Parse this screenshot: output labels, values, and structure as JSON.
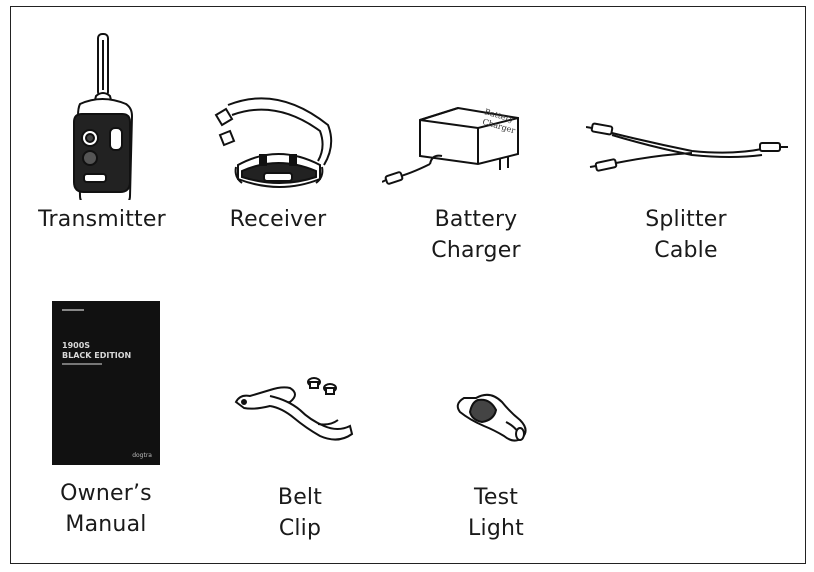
{
  "items": {
    "transmitter": {
      "lines": [
        "Transmitter"
      ]
    },
    "receiver": {
      "lines": [
        "Receiver"
      ]
    },
    "charger": {
      "lines": [
        "Battery",
        "Charger"
      ],
      "device_text": [
        "Battery",
        "Charger"
      ]
    },
    "splitter": {
      "lines": [
        "Splitter",
        "Cable"
      ]
    },
    "manual": {
      "lines": [
        "Owner’s",
        "Manual"
      ],
      "cover_line1": "1900S",
      "cover_line2": "BLACK EDITION",
      "cover_brand": "dogtra"
    },
    "belt_clip": {
      "lines": [
        "Belt",
        "Clip"
      ]
    },
    "test_light": {
      "lines": [
        "Test",
        "Light"
      ]
    }
  },
  "colors": {
    "ink": "#1a1a1a",
    "manual_cover": "#111111"
  }
}
